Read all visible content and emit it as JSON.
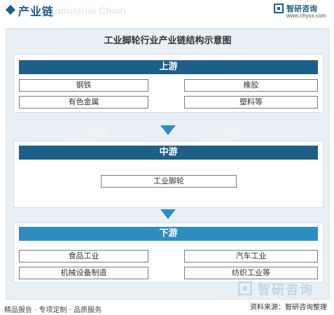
{
  "header": {
    "title": "产业链",
    "watermark": "Industrial Chain",
    "brand_name": "智研咨询",
    "brand_url": "www.chyxx.com"
  },
  "diagram": {
    "title": "工业脚轮行业产业链结构示意图",
    "upstream": {
      "label": "上游",
      "items": [
        "钢铁",
        "橡胶",
        "有色金属",
        "塑料等"
      ]
    },
    "midstream": {
      "label": "中游",
      "items": [
        "工业脚轮"
      ]
    },
    "downstream": {
      "label": "下游",
      "items": [
        "食品工业",
        "汽车工业",
        "机械设备制造",
        "纺织工业等"
      ]
    }
  },
  "watermark": {
    "text": "中研咨询",
    "logo_text": "智研咨询"
  },
  "footer": {
    "left": "精品报告 · 专项定制 · 品质服务",
    "source": "资料来源：智研咨询整理"
  },
  "colors": {
    "dark_bar": "#1d5f86",
    "light_bar": "#2e8ec2",
    "arrow": "#2e8ec2",
    "background": "#e8f0f6"
  }
}
